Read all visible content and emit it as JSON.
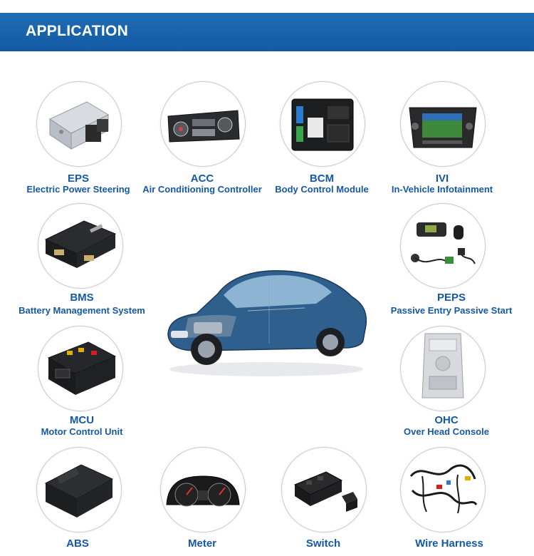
{
  "header": {
    "title": "APPLICATION"
  },
  "applications": {
    "eps": {
      "abbr": "EPS",
      "full": "Electric Power Steering"
    },
    "acc": {
      "abbr": "ACC",
      "full": "Air Conditioning Controller"
    },
    "bcm": {
      "abbr": "BCM",
      "full": "Body Control Module"
    },
    "ivi": {
      "abbr": "IVI",
      "full": "In-Vehicle  Infotainment"
    },
    "bms": {
      "abbr": "BMS",
      "full": "Battery Management System"
    },
    "peps": {
      "abbr": "PEPS",
      "full": "Passive Entry Passive Start"
    },
    "mcu": {
      "abbr": "MCU",
      "full": "Motor Control Unit"
    },
    "ohc": {
      "abbr": "OHC",
      "full": "Over Head Console"
    },
    "abs": {
      "abbr": "ABS"
    },
    "meter": {
      "abbr": "Meter"
    },
    "switch": {
      "abbr": "Switch"
    },
    "harness": {
      "abbr": "Wire Harness"
    }
  },
  "colors": {
    "banner": "#1a64ae",
    "label": "#1558a6",
    "circle_border": "#c9c9c9"
  }
}
